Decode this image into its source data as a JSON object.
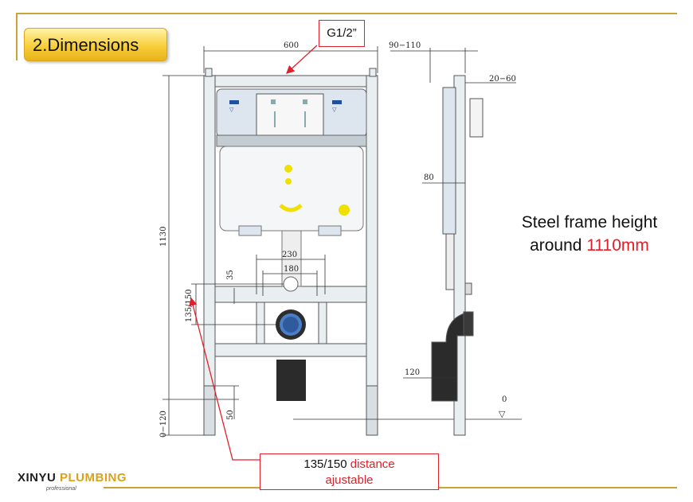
{
  "slide": {
    "title": "2.Dimensions",
    "accent_color": "#c9a43a",
    "callout_color": "#e0202a"
  },
  "callouts": {
    "inlet": "G1/2”",
    "note_prefix": "135/150",
    "note_highlight": "distance",
    "note_line2": "ajustable"
  },
  "info": {
    "line1": "Steel frame height",
    "line2_prefix": "around",
    "line2_value": "1110mm"
  },
  "dimensions": {
    "width": "600",
    "height": "1130",
    "wall_depth": "90−110",
    "pipe_depth": "20−60",
    "frame_depth": "80",
    "flush_spacing_outer": "230",
    "flush_spacing_inner": "180",
    "offset_35": "35",
    "outlet_height": "135/150",
    "leg_adjust": "0−120",
    "bottom_50": "50",
    "outlet_side": "120",
    "floor_level": "0"
  },
  "brand": {
    "name_part1": "XINYU",
    "name_part2": "PLUMBING",
    "tagline": "professional"
  }
}
